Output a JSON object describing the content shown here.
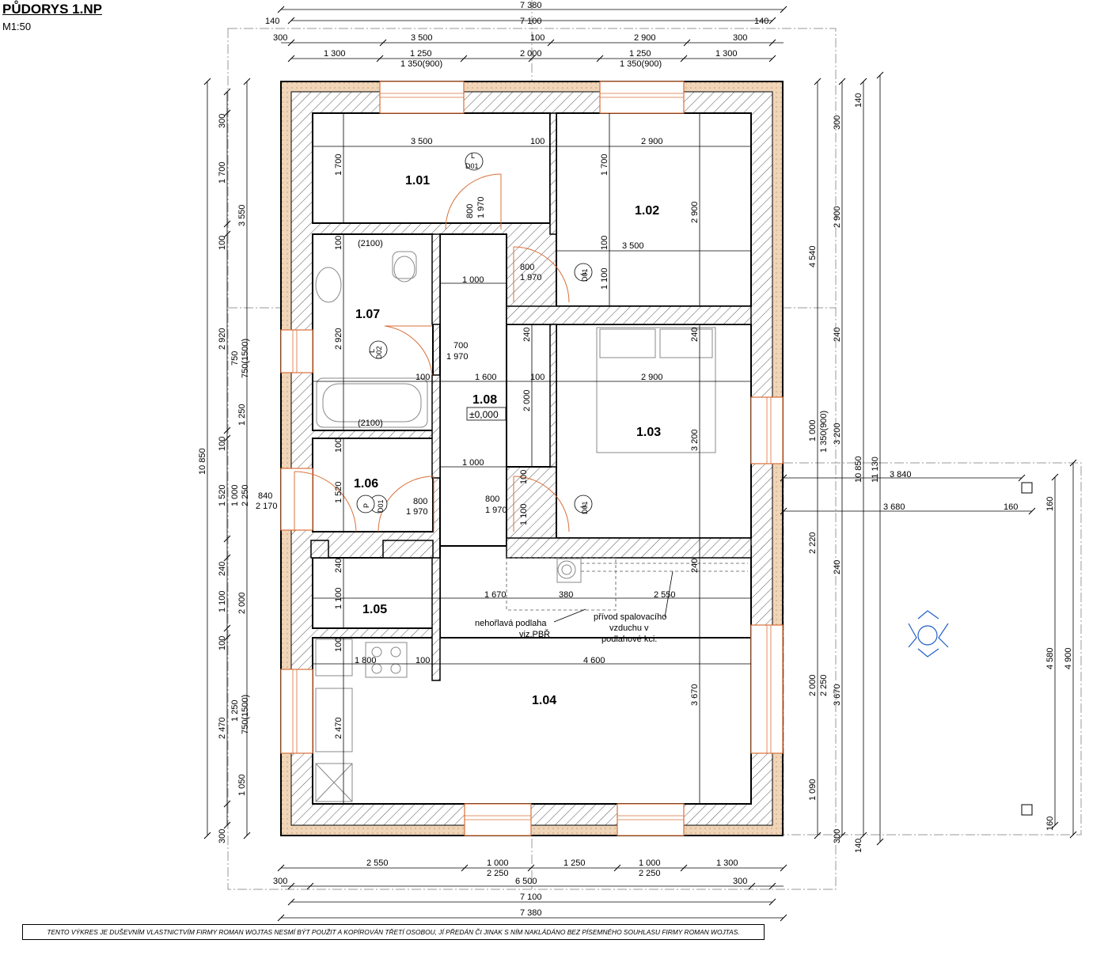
{
  "title": "PŮDORYS 1.NP",
  "scale": "M1:50",
  "footer": "TENTO VÝKRES JE DUŠEVNÍM VLASTNICTVÍM FIRMY ROMAN WOJTAS NESMÍ BÝT POUŽIT A KOPÍROVÁN TŘETÍ OSOBOU, JÍ PŘEDÁN ČI JINAK S NÍM NAKLÁDÁNO BEZ PÍSEMNÉHO SOUHLASU FIRMY ROMAN WOJTAS.",
  "colors": {
    "wall": "#000000",
    "window": "#d9703a",
    "insulation": "#f0d5b8",
    "hatch": "#555555",
    "axis": "#999999",
    "symbol": "#1f5fc7"
  },
  "rooms": [
    {
      "id": "1.01"
    },
    {
      "id": "1.02"
    },
    {
      "id": "1.03"
    },
    {
      "id": "1.04"
    },
    {
      "id": "1.05"
    },
    {
      "id": "1.06"
    },
    {
      "id": "1.07"
    },
    {
      "id": "1.08",
      "level": "±0,000"
    }
  ],
  "doors": {
    "d01": "D01",
    "d02": "D02",
    "left": "L",
    "right": "P",
    "w800": "800",
    "w700": "700",
    "h1970": "1 970"
  },
  "dims": {
    "top": {
      "overall1": "7 380",
      "overall2": "7 100",
      "edge": "140",
      "r3": [
        "300",
        "3 500",
        "100",
        "2 900",
        "300"
      ],
      "r4": [
        "1 300",
        "1 250",
        "2 000",
        "1 250",
        "1 300"
      ],
      "r4sub": [
        "1 350(900)",
        "1 350(900)"
      ]
    },
    "bottom": {
      "r1": [
        "2 550",
        "1 000",
        "1 250",
        "1 000",
        "1 300"
      ],
      "r1sub": [
        "2 250",
        "2 250"
      ],
      "r2": [
        "300",
        "6 500",
        "300"
      ],
      "overall2": "7 100",
      "overall1": "7 380"
    },
    "left": {
      "overall": "10 850",
      "c1": [
        "300",
        "1 700",
        "100",
        "2 920",
        "100",
        "1 520",
        "240",
        "1 100",
        "100",
        "2 470",
        "300"
      ],
      "c2": [
        "3 550",
        "750",
        "750(1500)",
        "1 250",
        "1 000",
        "2 250",
        "2 000",
        "1 250",
        "750(1500)",
        "1 050"
      ],
      "door_ext": [
        "840",
        "2 170"
      ]
    },
    "right": {
      "overall1": "10 850",
      "overall2": "11 130",
      "edge": "140",
      "c1": [
        "300",
        "2 900",
        "240",
        "3 200",
        "240",
        "3 670",
        "300"
      ],
      "c2": [
        "4 540",
        "1 000",
        "1 350(900)",
        "2 220",
        "2 000",
        "2 250",
        "1 090"
      ],
      "terrace": [
        "4 580",
        "4 900",
        "160",
        "160"
      ]
    },
    "inner": {
      "r1_a": "3 500",
      "r1_b": "100",
      "r1_c": "2 900",
      "r1_h": "1 700",
      "r1_d": "800",
      "r2_a": "2 900",
      "r2_b": "1 700",
      "r2_c": "100",
      "r2_d": "3 500",
      "r2_e": "1 100",
      "h_1000a": "1 000",
      "h_1000b": "1 000",
      "r7_h": "2 920",
      "c100a": "100",
      "c100b": "100",
      "c1600": "1 600",
      "c2900": "2 900",
      "c2000": "2 000",
      "c240a": "240",
      "c240b": "240",
      "c240c": "240",
      "c240d": "240",
      "c3200": "3 200",
      "c1520": "1 520",
      "c1100": "1 100",
      "c1670": "1 670",
      "c380": "380",
      "c2550": "2 550",
      "c1800": "1 800",
      "c4600": "4 600",
      "c2470": "2 470",
      "c3670": "3 670",
      "terrace_w1": "3 840",
      "terrace_w2": "3 680",
      "terrace_small": "160",
      "bath_h": "(2100)",
      "wc_h": "(2100)",
      "c100c": "100",
      "c100d": "100",
      "c100e": "100",
      "c100f": "100"
    }
  },
  "notes": {
    "floor1": "nehořlavá podlaha",
    "floor2": "viz.PBŘ",
    "air1": "přívod spalovacího",
    "air2": "vzduchu v",
    "air3": "podlahové kci."
  }
}
